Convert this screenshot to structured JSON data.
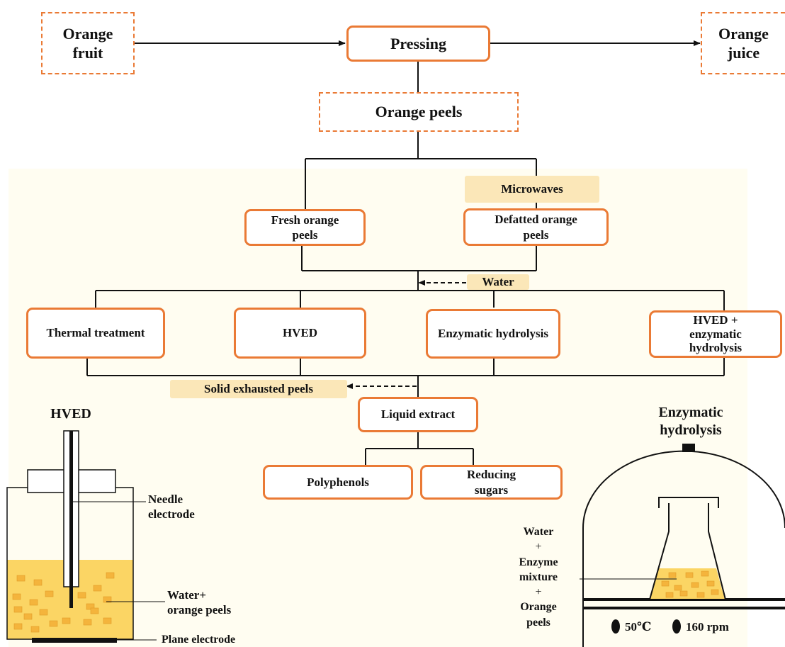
{
  "colors": {
    "box_border": "#ea7a35",
    "panel_bg": "#fffdf1",
    "highlight_bg": "#fbe7b8",
    "liquid": "#fbd564",
    "particle": "#f4b43c"
  },
  "nodes": {
    "orange_fruit": [
      "Orange",
      "fruit"
    ],
    "pressing": "Pressing",
    "orange_juice": [
      "Orange",
      "juice"
    ],
    "orange_peels": "Orange peels",
    "fresh_peels": [
      "Fresh orange",
      "peels"
    ],
    "defatted_peels": [
      "Defatted orange",
      "peels"
    ],
    "thermal": "Thermal treatment",
    "hved": "HVED",
    "enzymatic": "Enzymatic hydrolysis",
    "hved_enzymatic": [
      "HVED +",
      "enzymatic",
      "hydrolysis"
    ],
    "liquid_extract": "Liquid extract",
    "polyphenols": "Polyphenols",
    "reducing_sugars": [
      "Reducing",
      "sugars"
    ]
  },
  "inputs": {
    "microwaves": "Microwaves",
    "water": "Water",
    "solid_exhausted": "Solid exhausted peels"
  },
  "hved_setup": {
    "title": "HVED",
    "needle_label": [
      "Needle",
      "electrode"
    ],
    "mixture_label": [
      "Water+",
      "orange peels"
    ],
    "plane_label": "Plane electrode"
  },
  "enzymatic_setup": {
    "title": [
      "Enzymatic",
      "hydrolysis"
    ],
    "contents_label": [
      "Water",
      "+",
      "Enzyme",
      "mixture",
      "+",
      "Orange",
      "peels"
    ],
    "temperature": "50℃",
    "speed": "160 rpm"
  }
}
